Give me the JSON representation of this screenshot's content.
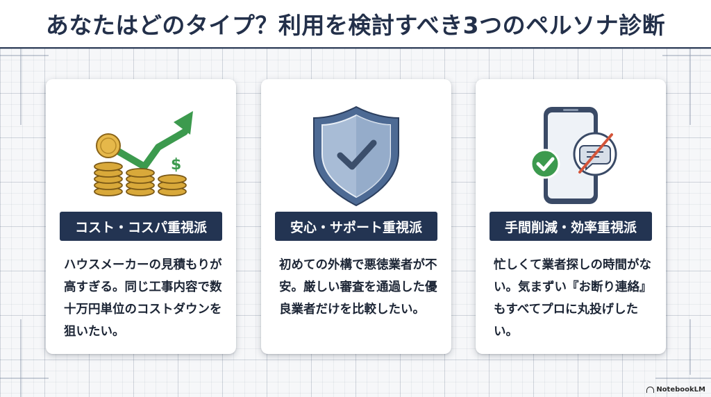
{
  "title": "あなたはどのタイプ？利用を検討すべき3つのペルソナ診断",
  "cards": [
    {
      "label": "コスト・コスパ重視派",
      "description": "ハウスメーカーの見積もりが高すぎる。同じ工事内容で数十万円単位のコストダウンを狙いたい。",
      "icon": "coins-growth-arrow-icon",
      "icon_text": "$"
    },
    {
      "label": "安心・サポート重視派",
      "description": "初めての外構で悪徳業者が不安。厳しい審査を通過した優良業者だけを比較したい。",
      "icon": "shield-check-icon"
    },
    {
      "label": "手間削減・効率重視派",
      "description": "忙しくて業者探しの時間がない。気まずい『お断り連絡』もすべてプロに丸投げしたい。",
      "icon": "smartphone-no-chat-icon"
    }
  ],
  "branding": "NotebookLM",
  "colors": {
    "navy": "#233452",
    "gold": "#d9a93a",
    "green": "#3c9a4e",
    "red": "#d4553a",
    "shield": "#6e88ad"
  }
}
